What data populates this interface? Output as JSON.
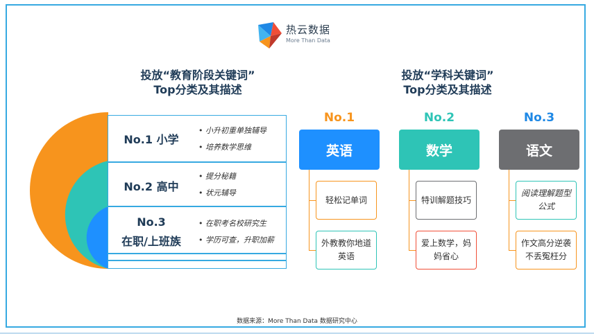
{
  "brand": {
    "name": "热云数据",
    "tagline": "More Than Data"
  },
  "left_section": {
    "title_line1": "投放“教育阶段关键词”",
    "title_line2": "Top分类及其描述",
    "levels": [
      {
        "label_line1": "No.1 小学",
        "label_line2": "",
        "bullets": [
          "小升初重单独辅导",
          "培养数学思维"
        ]
      },
      {
        "label_line1": "No.2 高中",
        "label_line2": "",
        "bullets": [
          "提分秘籍",
          "状元辅导"
        ]
      },
      {
        "label_line1": "No.3",
        "label_line2": "在职/上班族",
        "bullets": [
          "在职考名校研究生",
          "学历可查，升职加薪"
        ]
      }
    ]
  },
  "right_section": {
    "title_line1": "投放“学科关键词”",
    "title_line2": "Top分类及其描述",
    "subjects": [
      {
        "rank": "No.1",
        "name": "英语",
        "descs": [
          "轻松记单词",
          "外教教你地道英语"
        ]
      },
      {
        "rank": "No.2",
        "name": "数学",
        "descs": [
          "特训解题技巧",
          "爱上数学，妈妈省心"
        ]
      },
      {
        "rank": "No.3",
        "name": "语文",
        "descs": [
          "阅读理解题型公式",
          "作文高分逆袭不丢冤枉分"
        ]
      }
    ]
  },
  "footer": {
    "source": "数据来源：More Than Data 数据研究中心"
  },
  "colors": {
    "frame": "#36a9e1",
    "orange": "#f7941d",
    "teal": "#2ec4b6",
    "blue": "#1e90ff",
    "rank1": "#f7941d",
    "rank2": "#2ec4b6",
    "rank3": "#1e88e5",
    "english": "#1e90ff",
    "math": "#2ec4b6",
    "chinese": "#6d6e71"
  }
}
